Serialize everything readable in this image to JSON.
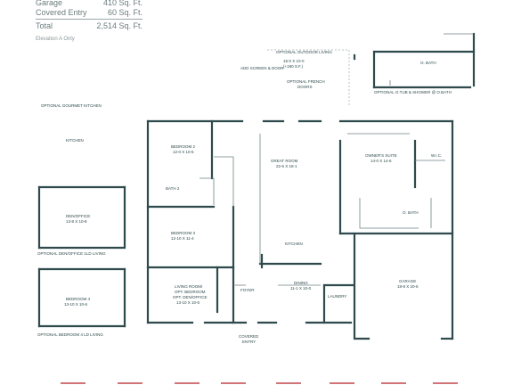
{
  "area_table": {
    "rows": [
      {
        "label": "Garage",
        "value": "410 Sq. Ft."
      },
      {
        "label": "Covered Entry",
        "value": "60 Sq. Ft."
      }
    ],
    "total": {
      "label": "Total",
      "value": "2,514 Sq. Ft."
    },
    "note": "Elevation A Only"
  },
  "plan": {
    "options": {
      "outdoor_living": "OPTIONAL OUTDOOR LIVING",
      "outdoor_size": "15-0 x 10-0",
      "outdoor_area": "(+180 S.F.)",
      "screen_door": "ADD SCREEN & DOOR",
      "french_doors_1": "OPTIONAL FRENCH",
      "french_doors_2": "DOORS",
      "obath_top": "O. BATH",
      "tub_shower": "OPTIONAL O.TUB & SHOWER @ O.BATH",
      "gourmet_kitchen": "OPTIONAL GOURMET KITCHEN",
      "gourmet_kitchen_label": "KITCHEN",
      "den_option": "OPTIONAL DEN/OFFICE 1LD LIVING",
      "bedroom_option": "OPTIONAL BEDROOM 4 LD LIVING"
    },
    "rooms": {
      "bedroom2": {
        "name": "BEDROOM 2",
        "size": "12-0 x 10-6"
      },
      "bath2": {
        "name": "BATH 2"
      },
      "bedroom3": {
        "name": "BEDROOM 3",
        "size": "12-10 x 11-4"
      },
      "living": {
        "name1": "LIVING ROOM/",
        "name2": "OPT. BEDROOM",
        "name3": "OPT. DEN/OFFICE",
        "size": "13-10 x 10-6"
      },
      "foyer": {
        "name": "FOYER"
      },
      "great_room": {
        "name": "GREAT ROOM",
        "size": "22-6 x 18-1"
      },
      "kitchen": {
        "name": "KITCHEN"
      },
      "dining": {
        "name": "DINING",
        "size": "11-1 x 10-0"
      },
      "laundry": {
        "name": "LAUNDRY"
      },
      "owners_suite": {
        "name": "OWNER'S SUITE",
        "size": "14-0 x 14-6"
      },
      "wic": {
        "name": "W.I.C."
      },
      "obath": {
        "name": "O. BATH"
      },
      "garage": {
        "name": "GARAGE",
        "size": "18-8 x 20-6"
      },
      "den": {
        "name": "DEN/OFFICE",
        "size": "13-8 x 10-8"
      },
      "bedroom4": {
        "name": "BEDROOM 4",
        "size": "13-10 x 10-6"
      },
      "covered_entry": {
        "name1": "COVERED",
        "name2": "ENTRY"
      }
    }
  }
}
